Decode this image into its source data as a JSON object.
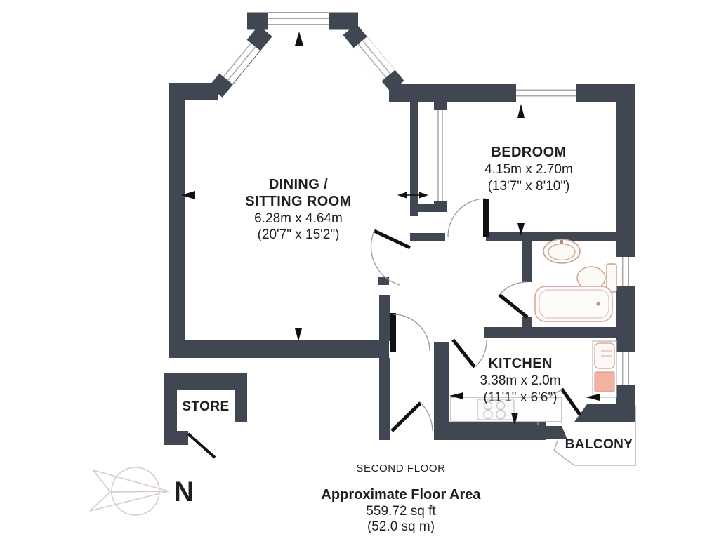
{
  "plan_title": "floor-plan",
  "colors": {
    "wall": "#414752",
    "glazing_line": "#a8a8a8",
    "fixture_outline": "#c9a193",
    "bath_outline": "#d9aba1",
    "accent_fill": "#f3b3a3",
    "arrow": "#111111",
    "compass_outline": "#d6cdc8",
    "text": "#1f1f1f"
  },
  "rooms": {
    "dining": {
      "name_line1": "DINING /",
      "name_line2": "SITTING ROOM",
      "metric": "6.28m x 4.64m",
      "imperial": "(20'7\" x 15'2\")"
    },
    "bedroom": {
      "name": "BEDROOM",
      "metric": "4.15m x 2.70m",
      "imperial": "(13'7\" x 8'10\")"
    },
    "kitchen": {
      "name": "KITCHEN",
      "metric": "3.38m x 2.0m",
      "imperial": "(11'1\" x 6'6\")"
    },
    "store": {
      "name": "STORE"
    },
    "balcony": {
      "name": "BALCONY"
    }
  },
  "footer": {
    "floor": "SECOND FLOOR",
    "area_title": "Approximate Floor Area",
    "area_imperial": "559.72 sq ft",
    "area_metric": "(52.0 sq m)"
  },
  "compass": {
    "north_label": "N"
  }
}
